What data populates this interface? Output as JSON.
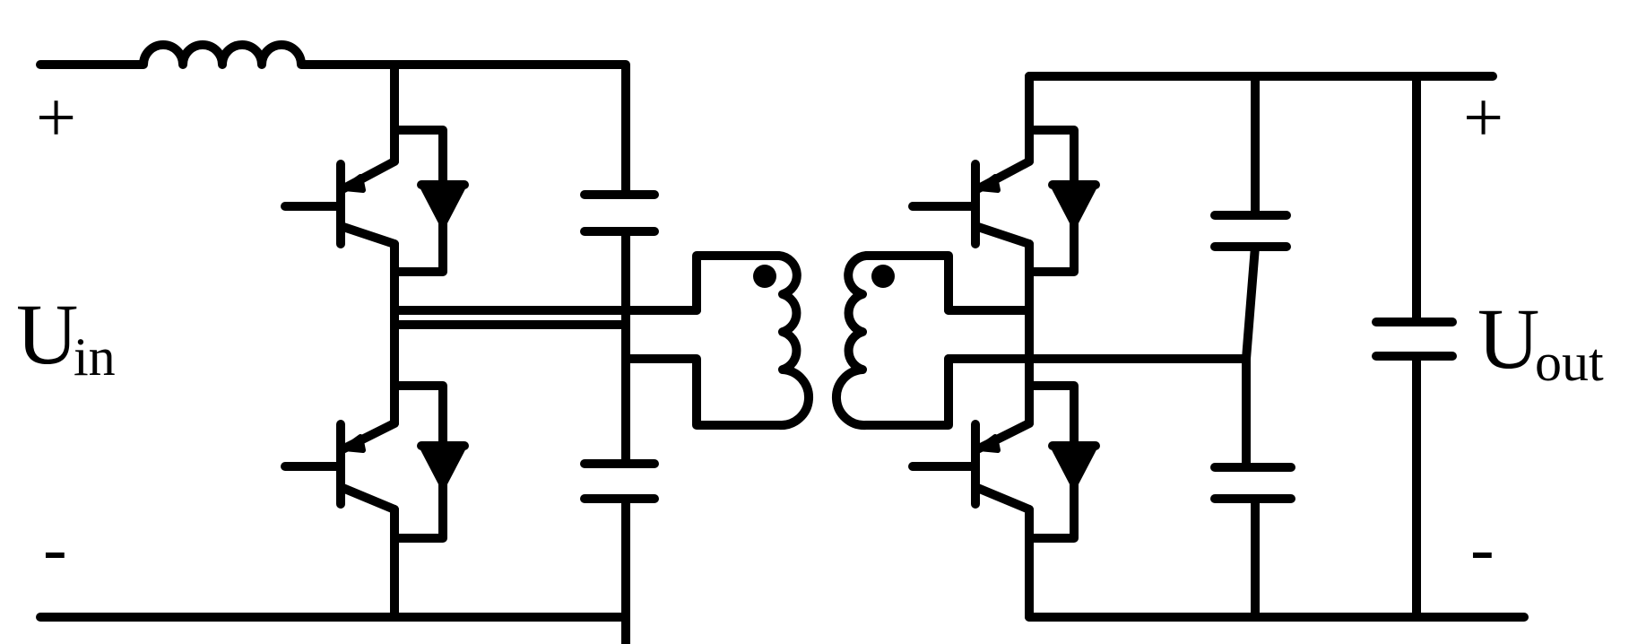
{
  "labels": {
    "input_plus": "+",
    "input_minus": "-",
    "input_voltage_main": "U",
    "input_voltage_sub": "in",
    "output_plus": "+",
    "output_minus": "-",
    "output_voltage_main": "U",
    "output_voltage_sub": "out"
  },
  "components": {
    "input_inductor": "inductor-icon",
    "transistors": "igbt-icon",
    "diodes": "diode-icon",
    "capacitors": "capacitor-icon",
    "transformer": "transformer-icon"
  },
  "colors": {
    "line": "#000000",
    "background": "#ffffff"
  }
}
